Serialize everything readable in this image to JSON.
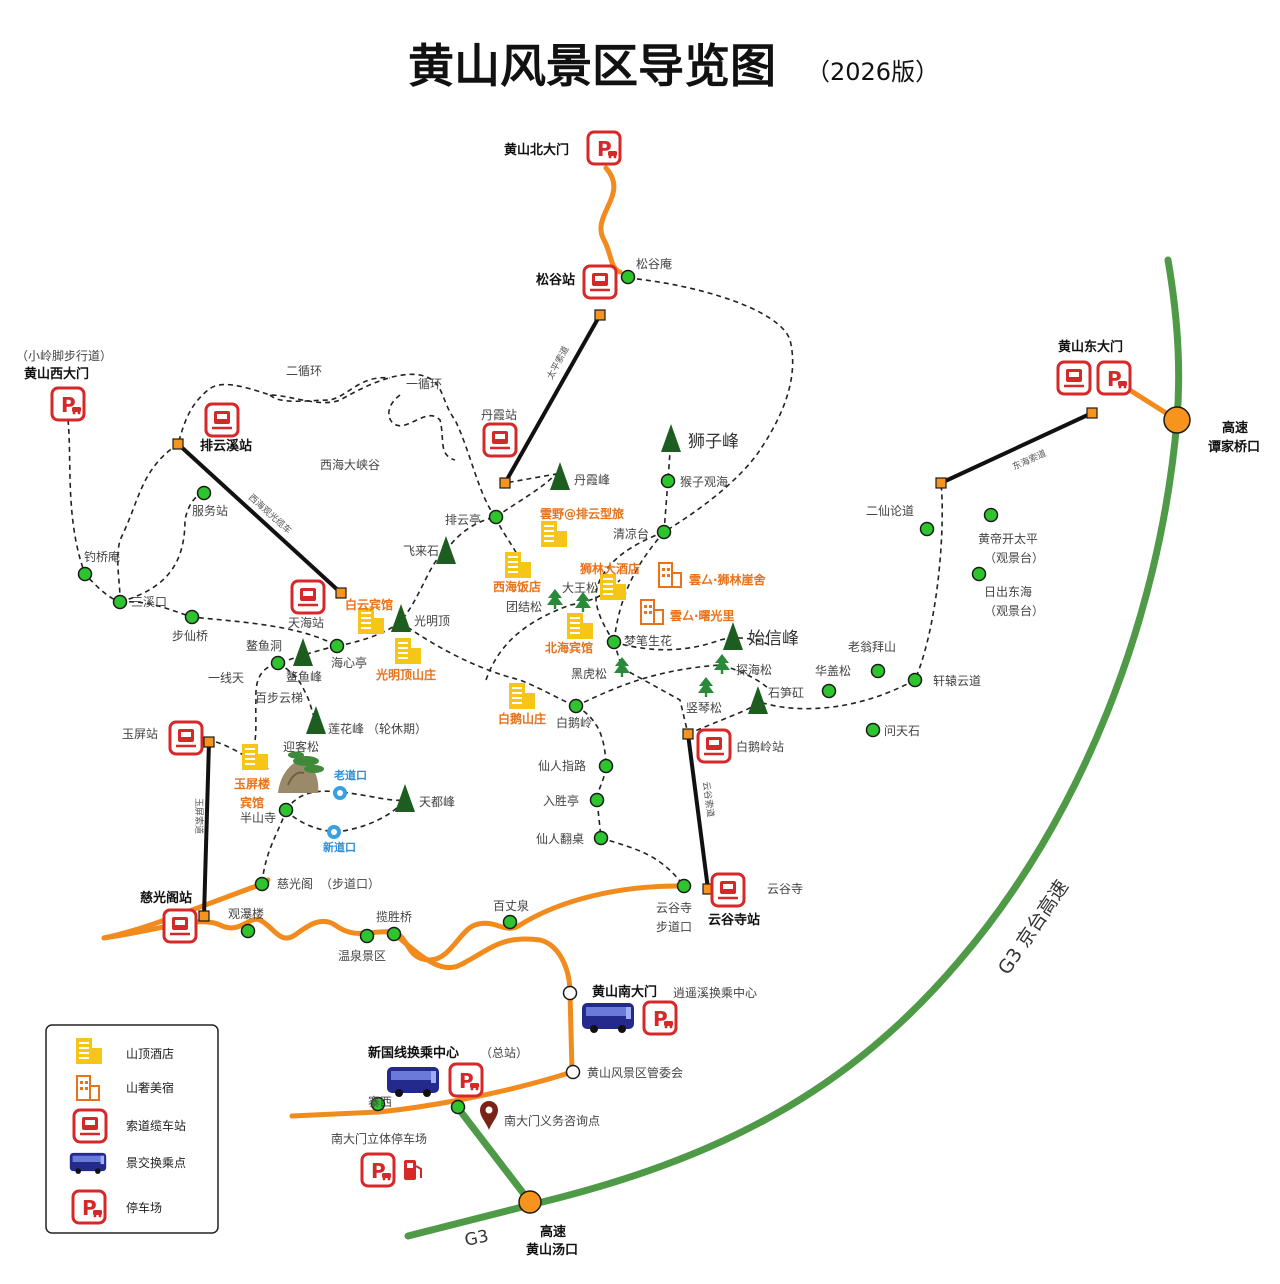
{
  "title": {
    "main": "黄山风景区导览图",
    "edition": "（2026版）"
  },
  "colors": {
    "road": "#f18b1d",
    "highway": "#4e9a46",
    "interchange": "#f7941d",
    "poi_dot": "#2ec42e",
    "parking_red": "#d62828",
    "hotel_yellow": "#f5c518",
    "hotel_orange": "#e8731a",
    "peak_green": "#1d5e20",
    "bus_blue": "#232a8c"
  },
  "gates": {
    "north": "黄山北大门",
    "west_note": "（小岭脚步行道）",
    "west": "黄山西大门",
    "east": "黄山东大门",
    "south": "黄山南大门",
    "south_note": "逍遥溪换乘中心"
  },
  "interchanges": {
    "tanjiaqiao_line1": "高速",
    "tanjiaqiao_line2": "谭家桥口",
    "tangkou_line1": "高速",
    "tangkou_line2": "黄山汤口"
  },
  "highways": {
    "g3_beijing_taiwan": "G3 京台高速",
    "g3": "G3"
  },
  "cableway_stations": {
    "songgu": "松谷站",
    "paiyunxi": "排云溪站",
    "danxia": "丹霞站",
    "tianhai": "天海站",
    "yuping": "玉屏站",
    "ciguangge": "慈光阁站",
    "baieling": "白鹅岭站",
    "yungusi": "云谷寺站"
  },
  "cableways": {
    "taiping": "太平索道",
    "xihai": "西海观光缆车",
    "donghai": "东海索道",
    "yuping": "玉屏索道",
    "yungu": "云谷索道"
  },
  "hotels": {
    "baiyun": "白云宾馆",
    "guangmingding": "光明顶山庄",
    "xihai": "西海饭店",
    "shilin": "狮林大酒店",
    "beihai": "北海宾馆",
    "baie": "白鹅山庄",
    "yuping_line1": "玉屏楼",
    "yuping_line2": "宾馆",
    "yunye": "雲野@排云型旅",
    "yunshe_shilin": "雲厶·狮林崖舍",
    "yunshe_shuguang": "雲厶·曙光里"
  },
  "peaks": {
    "shizifeng": "狮子峰",
    "danxiafeng": "丹霞峰",
    "feilaishi": "飞来石",
    "guangmingding": "光明顶",
    "aoyufeng": "鳌鱼峰",
    "lianhuafeng": "莲花峰",
    "lianhuafeng_note": "（轮休期）",
    "tiandufeng": "天都峰",
    "shixinfeng": "始信峰",
    "shisungang": "石笋矼",
    "tuanjiesong": "团结松",
    "dawangsong": "大王松",
    "heihusong": "黑虎松",
    "tanhaisong": "探海松",
    "shuqinsong": "竖琴松"
  },
  "places": {
    "songguan": "松谷庵",
    "erxunhuan": "二循环",
    "yixunhuan": "一循环",
    "xihaidaxiagu": "西海大峡谷",
    "fuwuzhan": "服务站",
    "diaoqiaoan": "钓桥庵",
    "sanxikou": "三溪口",
    "buxianqiao": "步仙桥",
    "paiyunting": "排云亭",
    "houziguanhai": "猴子观海",
    "qingliangtai": "清凉台",
    "erxianlundao": "二仙论道",
    "huangdi_line1": "黄帝开太平",
    "huangdi_line2": "（观景台）",
    "richu_line1": "日出东海",
    "richu_line2": "（观景台）",
    "laoweng": "老翁拜山",
    "huagaisong": "华盖松",
    "xuanyuan": "轩辕云道",
    "wentianshi": "问天石",
    "mengbi": "梦笔生花",
    "haixinting": "海心亭",
    "aoyudong": "鳌鱼洞",
    "yixiantian": "一线天",
    "baibuyunti": "百步云梯",
    "yingkesong": "迎客松",
    "laodaokou": "老道口",
    "xindaokou": "新道口",
    "banshansi": "半山寺",
    "ciguangge": "慈光阁",
    "ciguangge_note": "（步道口）",
    "baieling": "白鹅岭",
    "xianrenzhilu": "仙人指路",
    "rushengting": "入胜亭",
    "xianrenfanzhuo": "仙人翻桌",
    "yungusi": "云谷寺",
    "yungusi_trail_line1": "云谷寺",
    "yungusi_trail_line2": "步道口",
    "guanpulou": "观瀑楼",
    "lanshengqiao": "揽胜桥",
    "baizhangquan": "百丈泉",
    "wenquan": "温泉景区",
    "guanweihui": "黄山风景区管委会",
    "xinguoxian": "新国线换乘中心",
    "xinguoxian_note": "（总站）",
    "zhaixi": "寨西",
    "nandamen_parking": "南大门立体停车场",
    "zixundian": "南大门义务咨询点"
  },
  "legend": {
    "items": [
      {
        "label": "山顶酒店",
        "icon": "hotel-yellow-icon"
      },
      {
        "label": "山奢美宿",
        "icon": "hotel-orange-outline-icon"
      },
      {
        "label": "索道缆车站",
        "icon": "cableway-station-icon"
      },
      {
        "label": "景交换乘点",
        "icon": "bus-icon"
      },
      {
        "label": "停车场",
        "icon": "parking-icon"
      }
    ]
  }
}
